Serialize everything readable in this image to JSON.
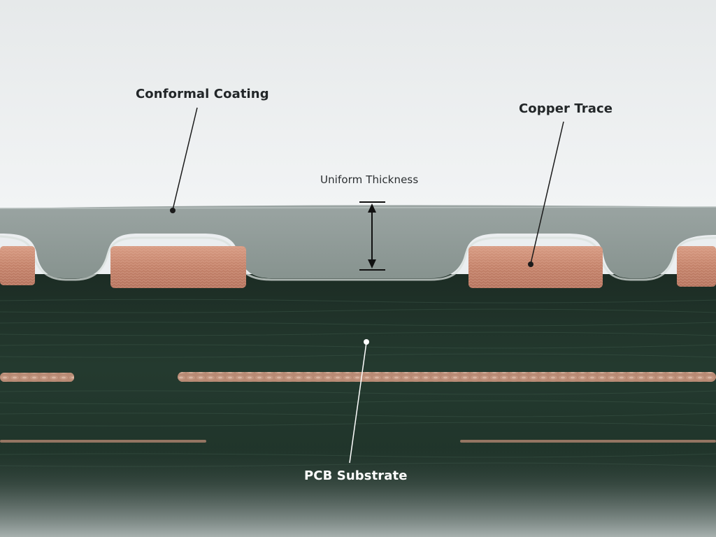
{
  "labels": {
    "conformal_coating": "Conformal Coating",
    "copper_trace": "Copper Trace",
    "uniform_thickness": "Uniform Thickness",
    "pcb_substrate": "PCB Substrate"
  },
  "colors": {
    "background": "#ebeef0",
    "coating": "#8f9a98",
    "copper": "#c88a72",
    "substrate": "#1e3127",
    "label_dark": "#222628",
    "label_light": "#ffffff"
  }
}
